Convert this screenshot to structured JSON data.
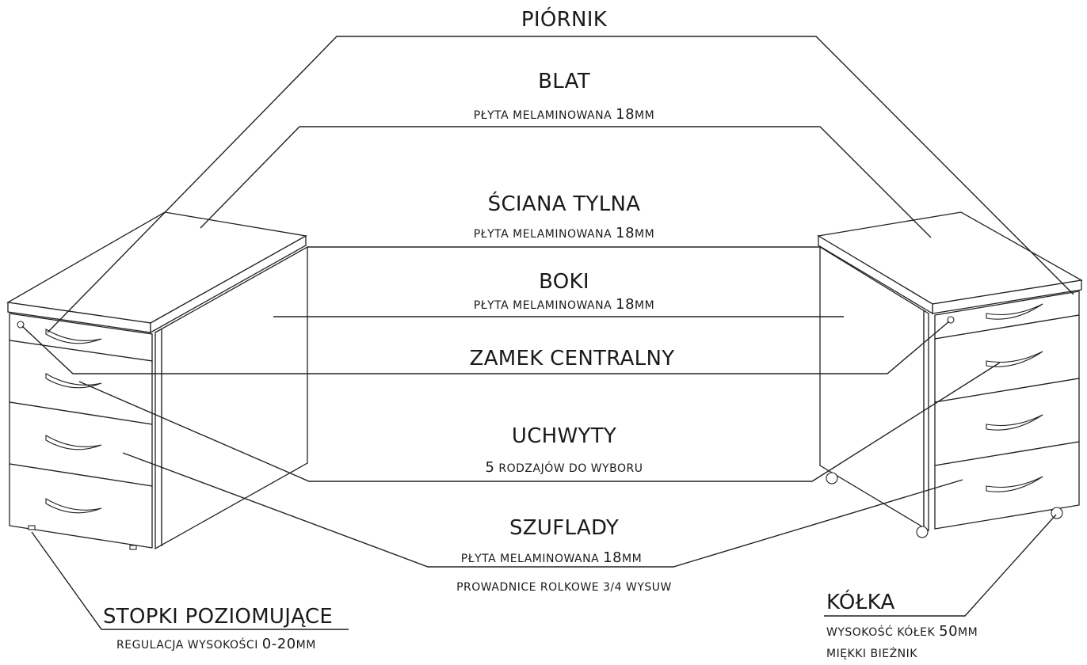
{
  "labels": {
    "piornik": {
      "title": "PIÓRNIK"
    },
    "blat": {
      "title": "BLAT",
      "pre": "PŁYTA MELAMINOWANA ",
      "num": "18",
      "suf": "MM"
    },
    "sciana": {
      "title": "ŚCIANA TYLNA",
      "pre": "PŁYTA MELAMINOWANA ",
      "num": "18",
      "suf": "MM"
    },
    "boki": {
      "title": "BOKI",
      "pre": "PŁYTA MELAMINOWANA ",
      "num": "18",
      "suf": "MM"
    },
    "zamek": {
      "title": "ZAMEK CENTRALNY"
    },
    "uchwyty": {
      "title": "UCHWYTY",
      "num": "5",
      "suf": " RODZAJÓW DO WYBORU"
    },
    "szuflady": {
      "title": "SZUFLADY",
      "pre": "PŁYTA MELAMINOWANA ",
      "num": "18",
      "suf": "MM",
      "line2": "PROWADNICE ROLKOWE 3/4 WYSUW"
    },
    "stopki": {
      "title": "STOPKI POZIOMUJĄCE",
      "pre": "REGULACJA WYSOKOŚCI ",
      "num": "0-20",
      "suf": "MM"
    },
    "kolka": {
      "title": "KÓŁKA",
      "pre": "WYSOKOŚĆ KÓŁEK ",
      "num": "50",
      "suf": "MM",
      "line2": "MIĘKKI BIEŻNIK"
    }
  }
}
